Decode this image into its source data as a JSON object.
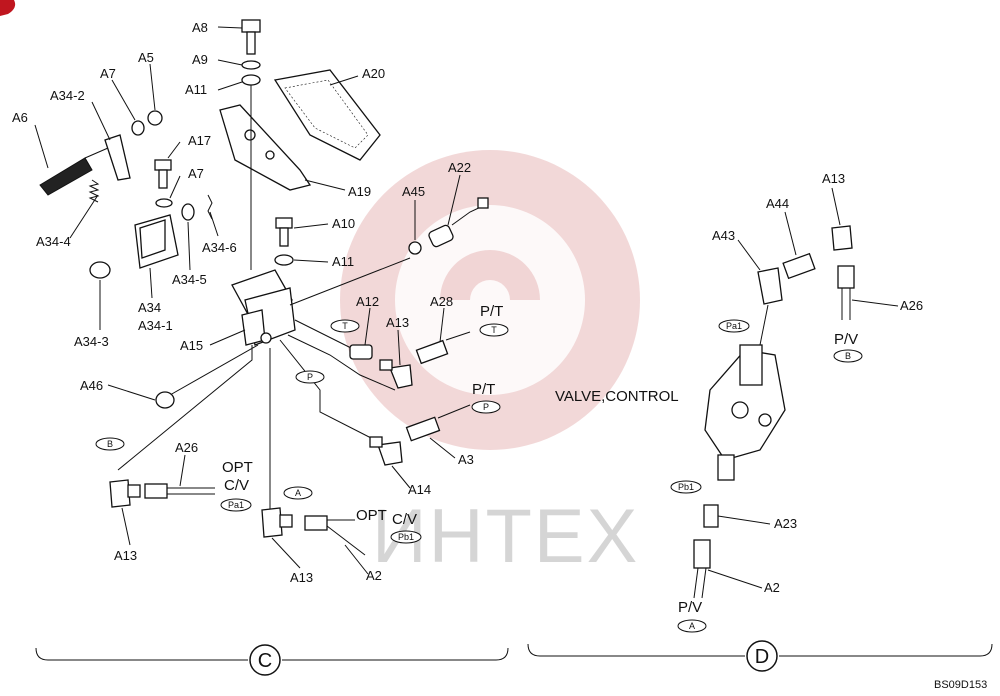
{
  "title": "VALVE,CONTROL",
  "doc_code": "BS09D153",
  "watermark": "ИНТЕХ",
  "sections": {
    "c": "C",
    "d": "D"
  },
  "labels": {
    "A8": "A8",
    "A9": "A9",
    "A11a": "A11",
    "A20": "A20",
    "A5": "A5",
    "A7a": "A7",
    "A34_2": "A34-2",
    "A6": "A6",
    "A17": "A17",
    "A7b": "A7",
    "A19": "A19",
    "A45": "A45",
    "A22": "A22",
    "A34_4": "A34-4",
    "A34_6": "A34-6",
    "A10": "A10",
    "A11b": "A11",
    "A34_5": "A34-5",
    "A34": "A34",
    "A34_1": "A34-1",
    "A34_3": "A34-3",
    "A12": "A12",
    "A28": "A28",
    "A13a": "A13",
    "A15": "A15",
    "PT1": "P/T",
    "A46": "A46",
    "PT2": "P/T",
    "A3": "A3",
    "A14": "A14",
    "A26a": "A26",
    "OPT1": "OPT",
    "CV1": "C/V",
    "A13b": "A13",
    "OPT2": "OPT",
    "CV2": "C/V",
    "A13c": "A13",
    "A2a": "A2",
    "A13d": "A13",
    "A44": "A44",
    "A43": "A43",
    "A26b": "A26",
    "PV1": "P/V",
    "A23": "A23",
    "A2b": "A2",
    "PV2": "P/V"
  },
  "tags": {
    "T1": "T",
    "T2": "T",
    "P1": "P",
    "P2": "P",
    "B1": "B",
    "A1": "A",
    "Pa1a": "Pa1",
    "Pb1a": "Pb1",
    "Pa1b": "Pa1",
    "B2": "B",
    "Pb1b": "Pb1",
    "A2": "A"
  }
}
